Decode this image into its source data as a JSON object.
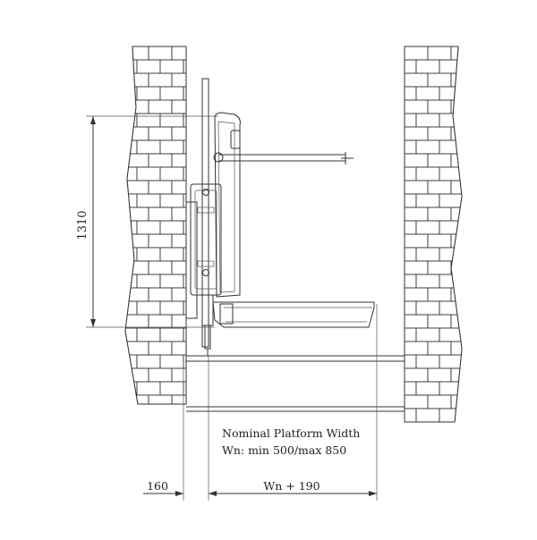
{
  "dimensions": {
    "height_label": "1310",
    "left_offset_label": "160",
    "width_label": "Wn + 190"
  },
  "annotation": {
    "line1": "Nominal Platform Width",
    "line2": "Wn: min 500/max 850"
  },
  "colors": {
    "line": "#333333",
    "background": "#ffffff"
  }
}
